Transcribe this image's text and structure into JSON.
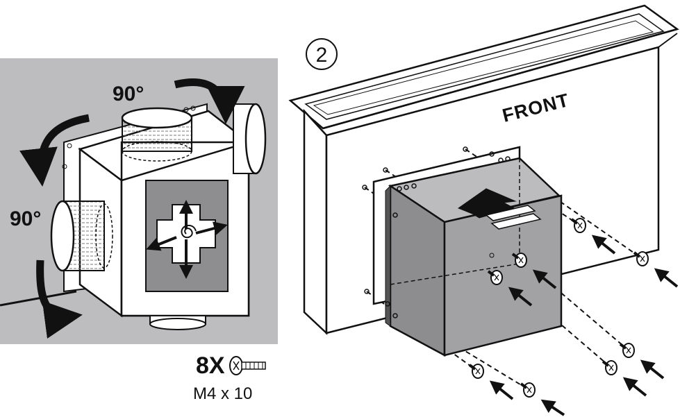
{
  "left_panel": {
    "angle_top": "90°",
    "angle_left": "90°",
    "center_icon": "rotate-any-direction-icon"
  },
  "step": {
    "number": "2"
  },
  "hood": {
    "front_label": "FRONT"
  },
  "screws": {
    "quantity": "8X",
    "size": "M4 x 10",
    "icon": "screw-icon",
    "count": 8
  },
  "colors": {
    "panel_gray": "#bdbdbf",
    "box_gray": "#9a9a9c",
    "ink": "#111111"
  }
}
